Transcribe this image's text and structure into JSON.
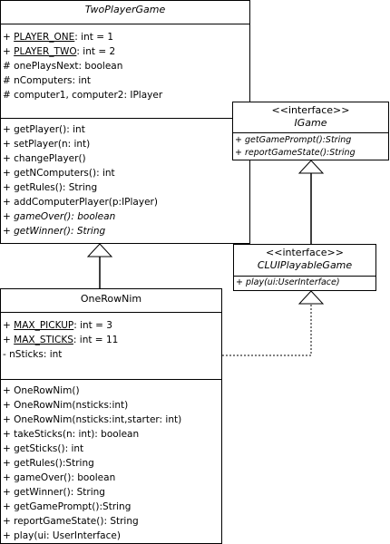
{
  "two_player_game": {
    "name": "TwoPlayerGame",
    "attributes": [
      {
        "vis": "+",
        "name": "PLAYER_ONE",
        "rest": ": int = 1"
      },
      {
        "vis": "+",
        "name": "PLAYER_TWO",
        "rest": ": int = 2"
      },
      {
        "vis": "#",
        "name": "onePlaysNext",
        "rest": ": boolean"
      },
      {
        "vis": "#",
        "name": "nComputers",
        "rest": ": int"
      },
      {
        "vis": "#",
        "name": "computer1, computer2",
        "rest": ": IPlayer"
      }
    ],
    "methods": [
      "+ getPlayer(): int",
      "+ setPlayer(n: int)",
      "+ changePlayer()",
      "+ getNComputers(): int",
      "+ getRules(): String",
      "+ addComputerPlayer(p:IPlayer)",
      "+ gameOver(): boolean",
      "+ getWinner(): String"
    ]
  },
  "igame": {
    "stereotype": "<<interface>>",
    "name": "IGame",
    "methods": [
      "+ getGamePrompt():String",
      "+ reportGameState():String"
    ]
  },
  "cli_playable_game": {
    "stereotype": "<<interface>>",
    "name": "CLUIPlayableGame",
    "methods": [
      "+ play(ui:UserInterface)"
    ]
  },
  "one_row_nim": {
    "name": "OneRowNim",
    "attributes": [
      {
        "vis": "+",
        "name": "MAX_PICKUP",
        "rest": ": int = 3"
      },
      {
        "vis": "+",
        "name": "MAX_STICKS",
        "rest": ": int = 11"
      },
      {
        "vis": "-",
        "name": "nSticks",
        "rest": ": int"
      }
    ],
    "methods": [
      "+ OneRowNim()",
      "+ OneRowNim(nsticks:int)",
      "+ OneRowNim(nsticks:int,starter: int)",
      "+ takeSticks(n: int): boolean",
      "+ getSticks(): int",
      "+ getRules():String",
      "+ gameOver(): boolean",
      "+ getWinner(): String",
      "+ getGamePrompt():String",
      "+ reportGameState(): String",
      "+ play(ui: UserInterface)"
    ]
  }
}
